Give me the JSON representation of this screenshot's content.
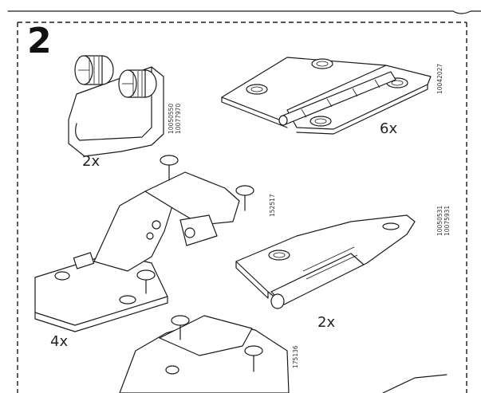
{
  "step": {
    "number": "2"
  },
  "parts": [
    {
      "id": "cam-plate",
      "quantity": "2x",
      "codes": [
        "10050550",
        "10077970"
      ]
    },
    {
      "id": "flat-hinge",
      "quantity": "6x",
      "codes": [
        "10042027"
      ]
    },
    {
      "id": "concealed-hinge",
      "quantity": "4x",
      "codes": [
        "152517"
      ]
    },
    {
      "id": "damper",
      "quantity": "2x",
      "codes": [
        "10050531",
        "10075931"
      ]
    },
    {
      "id": "hinge-bottom",
      "quantity": "",
      "codes": [
        "175136"
      ]
    }
  ],
  "colors": {
    "line": "#1a1a1a",
    "background": "#ffffff"
  }
}
